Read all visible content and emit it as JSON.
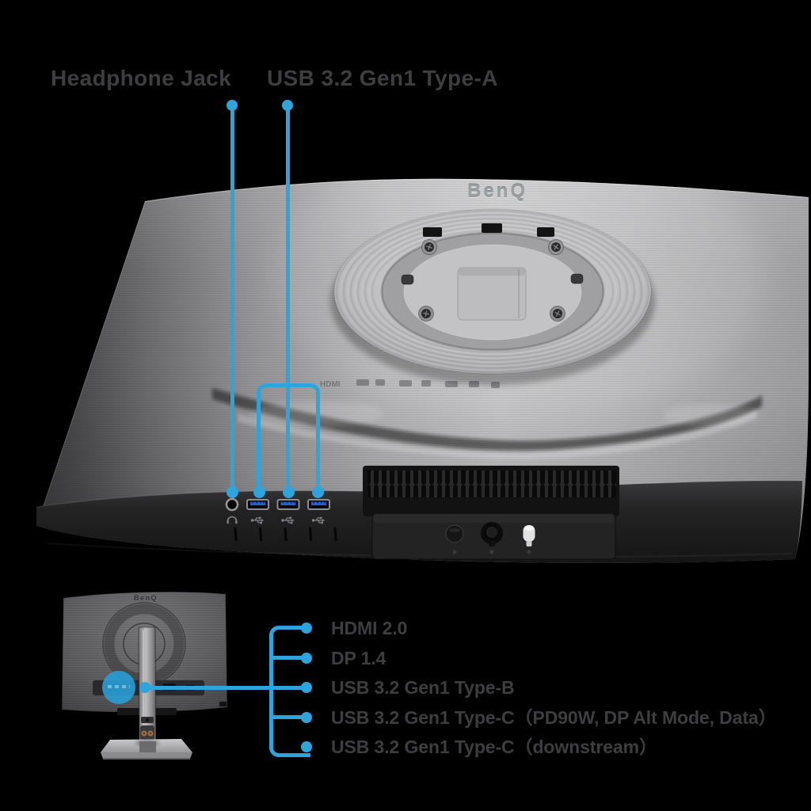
{
  "style": {
    "background": "#000000",
    "accent_blue": "#2EA4DC",
    "label_color": "#3E3E40"
  },
  "monitor": {
    "brand": "BenQ"
  },
  "top_callouts": {
    "headphone_label": "Headphone Jack",
    "usb_a_label": "USB 3.2 Gen1 Type-A"
  },
  "top_view": {
    "ports": [
      "headphone-jack",
      "usb-3.2-gen1-type-a",
      "usb-3.2-gen1-type-a",
      "usb-3.2-gen1-type-a"
    ],
    "port_icons": [
      "headphone-icon",
      "usb-trident-icon",
      "usb-trident-icon",
      "usb-trident-icon"
    ]
  },
  "bottom_callouts": {
    "items": [
      {
        "label": "HDMI 2.0"
      },
      {
        "label": "DP 1.4"
      },
      {
        "label": "USB 3.2 Gen1 Type-B"
      },
      {
        "label": "USB 3.2 Gen1 Type-C（PD90W, DP Alt Mode, Data）"
      },
      {
        "label": "USB 3.2 Gen1 Type-C（downstream）"
      }
    ]
  }
}
